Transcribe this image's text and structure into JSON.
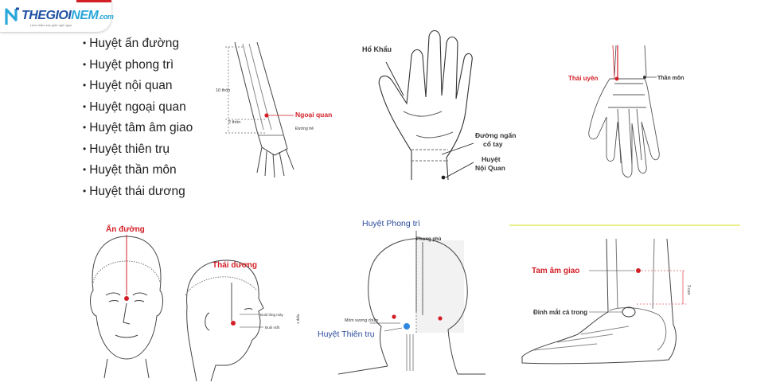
{
  "logo": {
    "brand_main": "THEGIOI",
    "brand_accent": "NEM",
    "brand_tld": ".com",
    "tagline": "Làm chăm sóc giấc ngủ ngon"
  },
  "points": [
    "Huyệt ấn đường",
    "Huyệt phong trì",
    "Huyệt nội quan",
    "Huyệt ngoại quan",
    "Huyệt tâm âm giao",
    "Huyệt thiên trụ",
    "Huyệt thần môn",
    "Huyệt thái dương"
  ],
  "arm": {
    "point": "Ngoại quan",
    "upper": "10 thốn",
    "lower": "2 thốn",
    "wrist": "Đường trẻ"
  },
  "palm": {
    "thumb": "Hổ Khẩu",
    "crease_1": "Đường ngấn",
    "crease_2": "cổ tay",
    "point_1": "Huyệt",
    "point_2": "Nội Quan"
  },
  "hand": {
    "left": "Thái uyên",
    "right": "Thần môn"
  },
  "face": {
    "front": "Ấn đường",
    "side": "Thái dương",
    "brow": "Đuôi lông mày",
    "eye": "Đuôi mắt",
    "fold": "1 thốn"
  },
  "neck": {
    "top": "Huyệt Phong trì",
    "mid": "Phong phủ",
    "bone": "Mỏm xương chũm",
    "low": "Huyệt Thiên trụ"
  },
  "ankle": {
    "point": "Tam âm giao",
    "bone": "Đỉnh mắt cá trong",
    "measure": "3 cun"
  },
  "colors": {
    "red": "#d21f26",
    "blue": "#1e4fa3",
    "dark": "#222222",
    "line": "#333333"
  }
}
